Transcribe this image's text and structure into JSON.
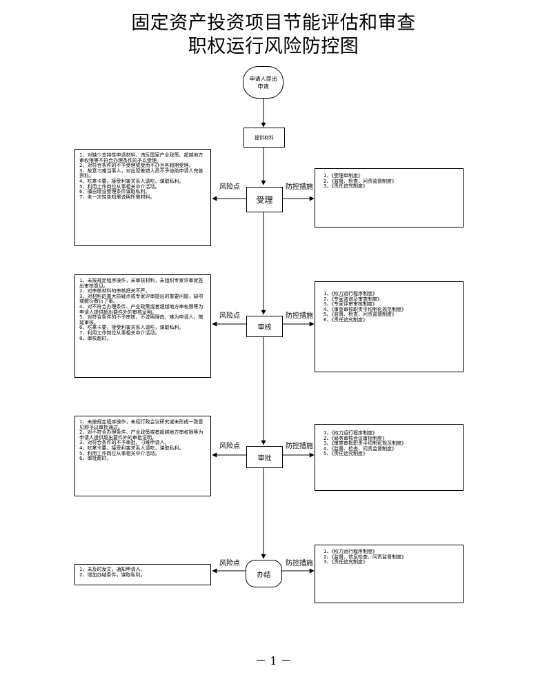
{
  "title": {
    "line1": "固定资产投资项目节能评估和审查",
    "line2": "职权运行风险防控图"
  },
  "flow": {
    "start": "申请人提出申请",
    "submit": "提供材料",
    "accept": "受理",
    "review": "审核",
    "approve": "审批",
    "finish": "办结"
  },
  "labels": {
    "risk": "风险点",
    "control": "防控措施"
  },
  "risks": {
    "accept": [
      "1、对缺少支持性申请材料、违反国家产业政策、超越地方审权限等不符合办理条件的予以受理。",
      "2、对符合条件的不予受理或受而不办且各超期受理。",
      "3、故意刁难当事人，对出现差错人员不予协助申请人完善资料。",
      "4、吃拿卡要，接受利害关系人请吃、谋取私利。",
      "5、利用工作岗位从事相关中介活动。",
      "6、擅自增设受理条件谋取私利。",
      "7、未一次性告知需说明所需材料。"
    ],
    "review": [
      "1、未按规定程序操作，未审核材料，未组织专家评审就签出审核意见。",
      "2、对审核材料的审核把关不严。",
      "3、对材料的重大质疑点或专家评审提出的重要问题，缺项或敷衍敷衍了事。",
      "4、对不符合办理条件、产业政策或者超越地方审权限等为申请人提供超出要件外的审核证明。",
      "5、对符合条件的不予审核，不说明理由、难为申请人，拖延审核。",
      "6、吃拿卡要，接受利害关系人请吃，谋取私利。",
      "7、利用工作岗位从事相关中介活动。",
      "8、审核超时。"
    ],
    "approve": [
      "1、未按规定程序操作，未经行政会议研究或未形成一致意见即予以审批通过。",
      "2、对不符合办理条件、产业政策或者超越地方审权限等为申请人提供超出要件外的审批证明。",
      "3、对符合条件的不予审批，刁难申请人。",
      "4、吃拿卡要，接受利害关系人请吃，谋取私利。",
      "5、利用工作岗位从事相关中介活动。",
      "6、审批超时。"
    ],
    "finish": [
      "1、未及时发文，通知申请人。",
      "2、增加办结条件，谋取私利。"
    ]
  },
  "controls": {
    "accept": [
      "1、《受理单制度》",
      "2、《监督、检查、问责监督制度》",
      "3、《责任追究制度》"
    ],
    "review": [
      "1、《权力运行程序制度》",
      "2、《专家咨询及审查制度》",
      "3、《专家评审审核制度》",
      "4、《审查审核职责平均制化规范制度》",
      "5、《监督、检查、问责监督制度》",
      "6、《责任追究制度》"
    ],
    "approve": [
      "1、《权力运行程序制度》",
      "2、《局务审核会议审批制度》",
      "3、《审查审批职责平均制化规范制度》",
      "4、《监督、检查、问责监督制度》",
      "5、《责任追究制度》"
    ],
    "finish": [
      "1、《权力运行程序制度》",
      "2、《监督、信息检查、问责监督制度》",
      "3、《责任追究制度》"
    ]
  },
  "page_number": "－ 1 －"
}
